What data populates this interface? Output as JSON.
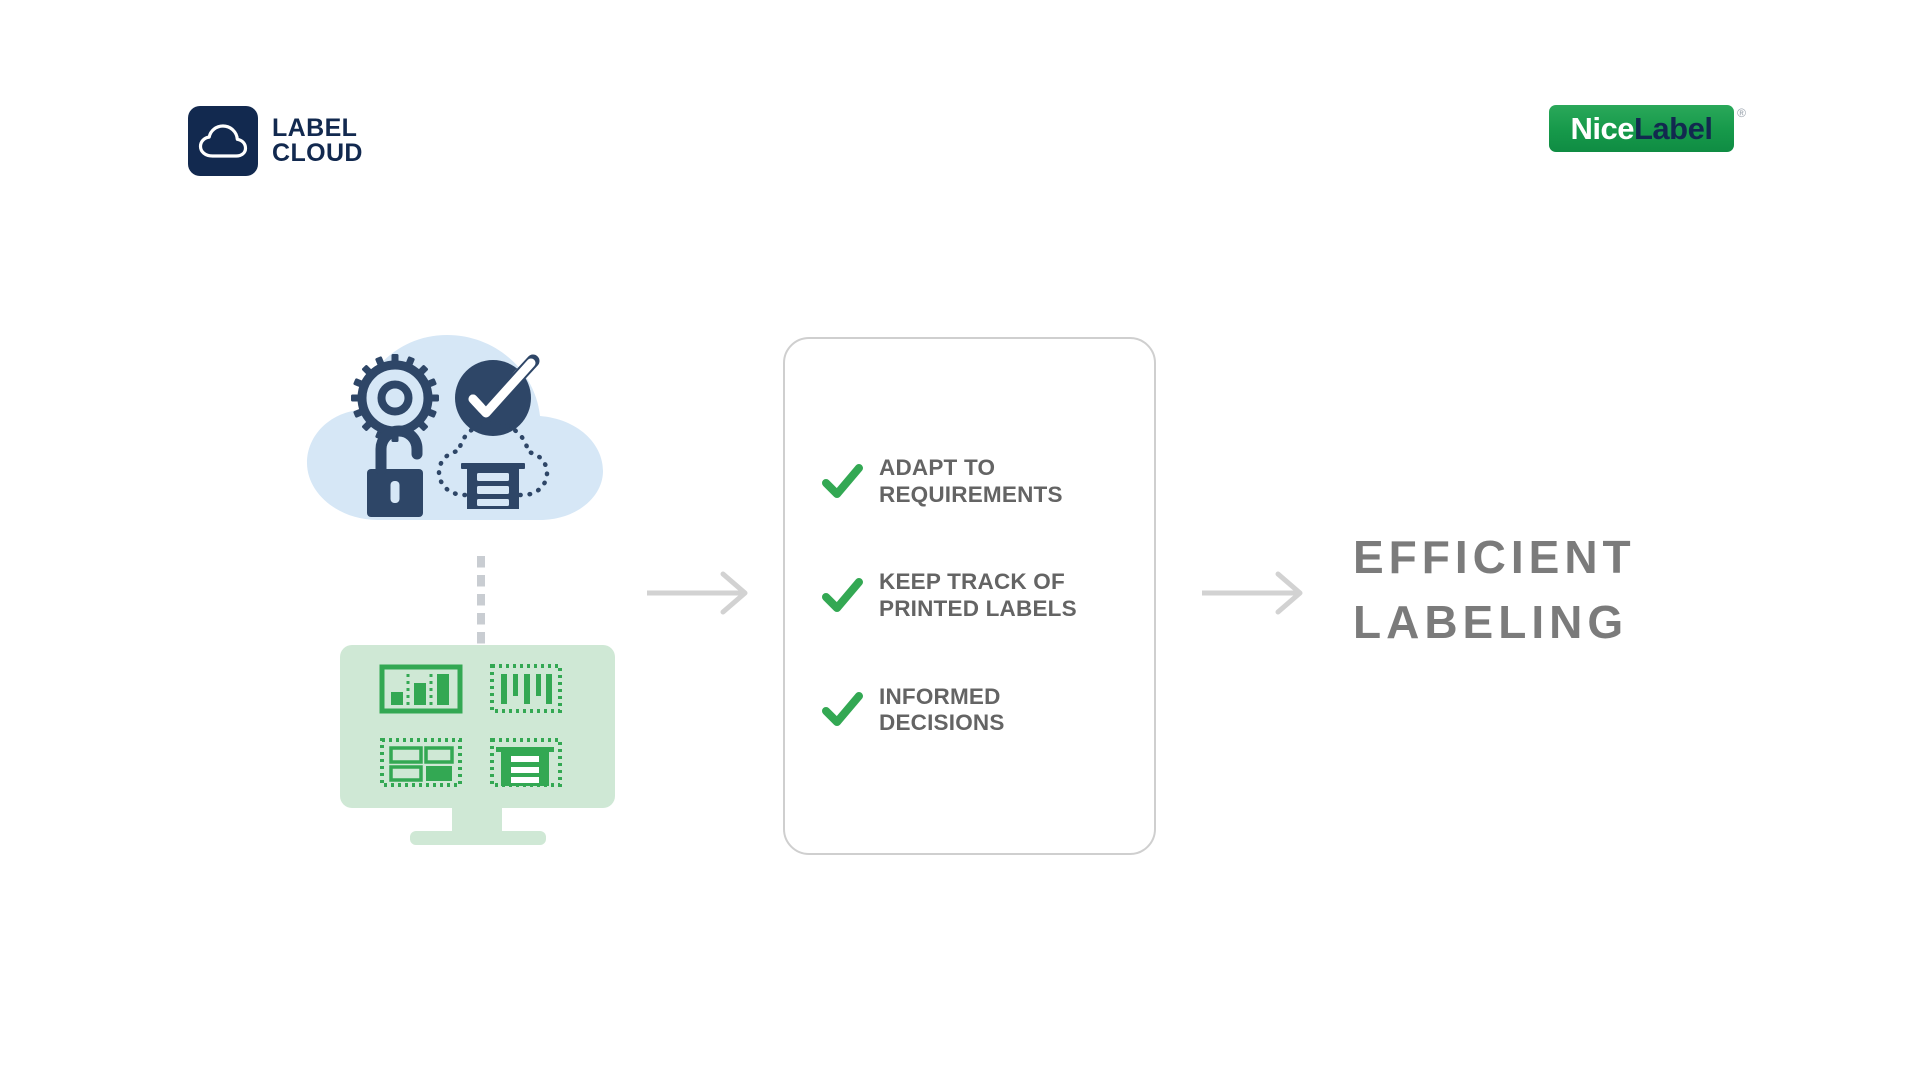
{
  "page": {
    "background_color": "#ffffff",
    "title": "Label Cloud efficient labeling infographic"
  },
  "brand": {
    "labelcloud": {
      "name": "LABEL\nCLOUD",
      "icon": "cloud-icon",
      "mark_color": "#12294f",
      "text_color": "#12294f"
    },
    "nicelabel": {
      "nice": "Nice",
      "label": "Label",
      "registered": "®",
      "plate_color": "#16994a",
      "nice_color": "#ffffff",
      "label_color": "#12294f"
    }
  },
  "diagram": {
    "cloud_stage": {
      "name": "label-cloud-platform",
      "cloud_color": "#d6e7f6",
      "icon_color": "#2e4667",
      "icons": [
        {
          "name": "gear-icon",
          "meaning": "configuration"
        },
        {
          "name": "check-circle-icon",
          "meaning": "quality approval"
        },
        {
          "name": "unlock-icon",
          "meaning": "secure access"
        },
        {
          "name": "cloud-label-icon",
          "meaning": "cloud label storage"
        }
      ]
    },
    "connector": {
      "name": "dashed-connector",
      "style": "dashed",
      "color": "#c9cdd2"
    },
    "monitor_stage": {
      "name": "label-design-monitor",
      "screen_color": "#cfe8d5",
      "icon_color": "#33a853",
      "icons": [
        {
          "name": "bar-chart-icon",
          "meaning": "analytics"
        },
        {
          "name": "barcode-icon",
          "meaning": "barcode"
        },
        {
          "name": "label-layout-icon",
          "meaning": "label layout"
        },
        {
          "name": "label-print-icon",
          "meaning": "printed label"
        }
      ]
    },
    "arrows": [
      {
        "name": "arrow-cloud-to-benefits",
        "color": "#d2d2d2",
        "direction": "right"
      },
      {
        "name": "arrow-benefits-to-result",
        "color": "#d2d2d2",
        "direction": "right"
      }
    ]
  },
  "checklist": {
    "border_color": "#cfcfcf",
    "check_color": "#33a853",
    "text_color": "#646464",
    "items": [
      {
        "label": "ADAPT TO\nREQUIREMENTS",
        "icon": "check-icon"
      },
      {
        "label": "KEEP TRACK OF\nPRINTED LABELS",
        "icon": "check-icon"
      },
      {
        "label": "INFORMED\nDECISIONS",
        "icon": "check-icon"
      }
    ]
  },
  "result": {
    "headline": "EFFICIENT\nLABELING",
    "color": "#7b7b7b"
  }
}
